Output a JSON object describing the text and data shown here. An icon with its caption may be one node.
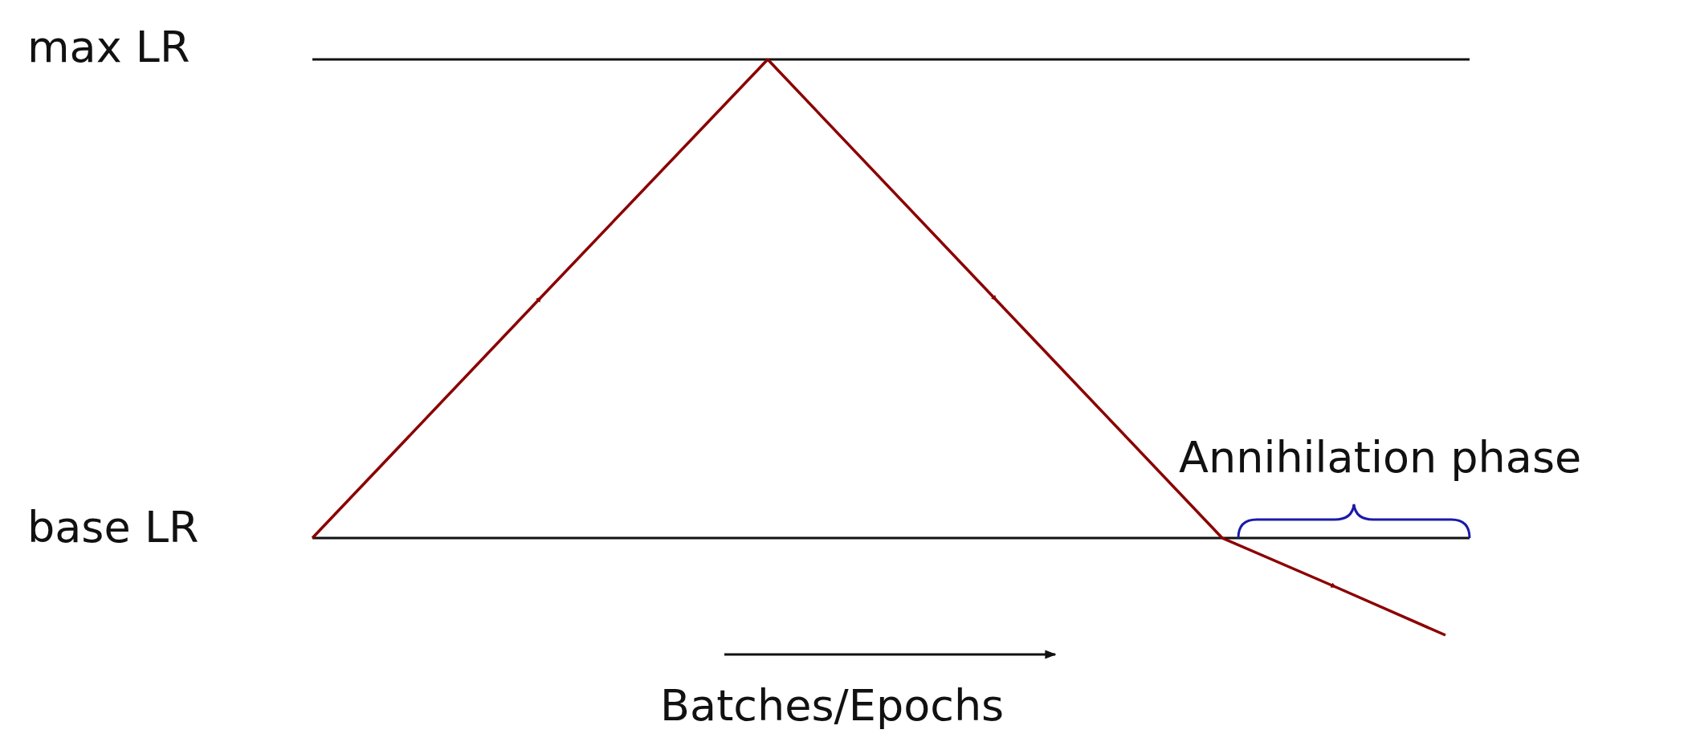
{
  "diagram": {
    "labels": [
      "max LR",
      "Annihilation phase",
      "base LR",
      "Batches/Epochs"
    ]
  }
}
